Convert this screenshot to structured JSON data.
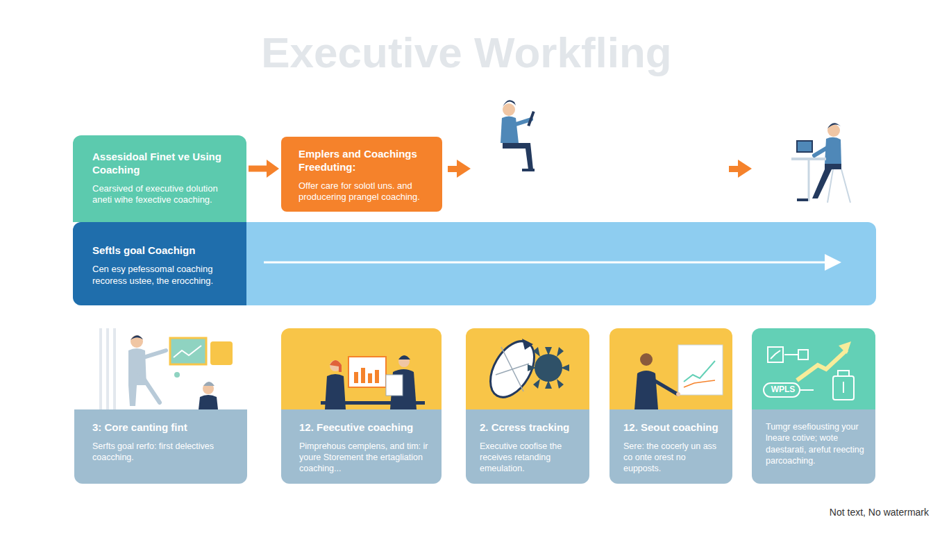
{
  "diagram": {
    "title": "Executive Workfling",
    "nodes": [
      {
        "text": [
          "Assesidoal Finet ve Using Coaching",
          "Cearsived of executive dolution aneti wihe fexective coaching."
        ]
      },
      {
        "text": [
          "Emplers and Coachings Freeduting:",
          "Offer care for solotl uns. and producering prangel coaching."
        ]
      },
      {
        "text": [
          "Seftls goal Coachign",
          "Cen esy pefessomal coaching recoress ustee, the erocching."
        ]
      },
      {
        "text": [
          "3: Core canting fint",
          "Serfts goal rerfo: first delectives coacching."
        ]
      },
      {
        "text": [
          "12. Feecutive coaching",
          "Pimprehous cemplens, and tim: ir youre Storement the ertagliation coaching..."
        ]
      },
      {
        "text": [
          "2. Ccress tracking",
          "Executive coofise the receives retanding emeulation."
        ]
      },
      {
        "text": [
          "12. Seout coaching",
          "Sere: the cocerly un ass co onte orest no eupposts."
        ]
      },
      {
        "text": [
          "Tumgr esefiousting your lneare cotive; wote daestarati, arefut reecting parcoaching."
        ]
      }
    ],
    "edges": [
      {
        "from": 0,
        "to": 1,
        "arrow": "to"
      }
    ],
    "labels": [
      "WPLS",
      "Not text, No watermark"
    ]
  }
}
